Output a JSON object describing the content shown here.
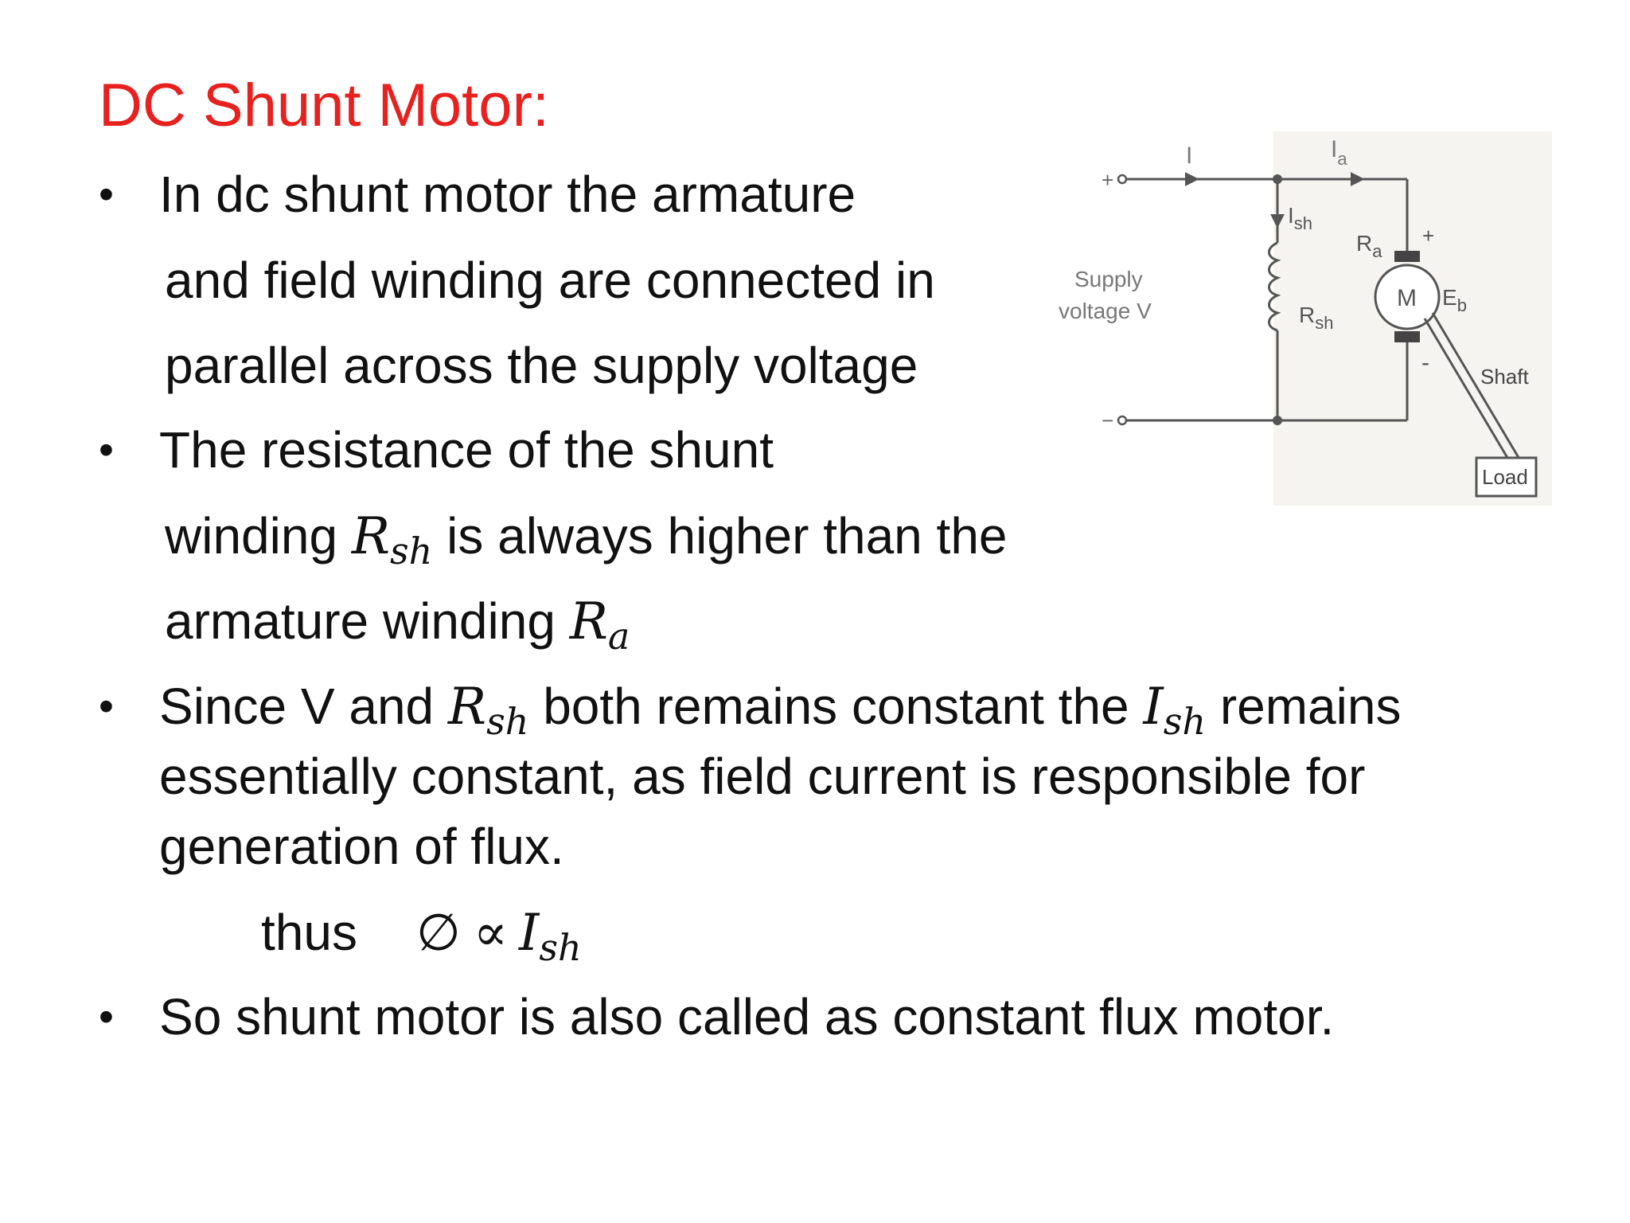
{
  "slide": {
    "title": "DC Shunt Motor:",
    "bullet_glyph": "•",
    "bullets": [
      {
        "lines": [
          "In dc shunt motor the armature",
          "and field winding are connected in",
          "parallel across the supply voltage"
        ]
      },
      {
        "line1": "The resistance of the shunt",
        "line2_pre": "winding ",
        "line2_sym": "R",
        "line2_sub": "sh",
        "line2_post": " is always higher than the",
        "line3_pre": "armature winding ",
        "line3_sym": "R",
        "line3_sub": "a"
      },
      {
        "line1_a": "Since V and ",
        "line1_sym1": "R",
        "line1_sub1": "sh",
        "line1_b": " both remains constant the ",
        "line1_sym2": "I",
        "line1_sub2": "sh",
        "line1_c": " remains",
        "line2": "essentially constant, as field current is responsible for",
        "line3": "generation of flux."
      },
      {
        "text": "So shunt motor is also called as constant flux motor."
      }
    ],
    "formula": {
      "word": "thus",
      "phi": "∅",
      "prop": "∝",
      "sym": "I",
      "sub": "sh"
    }
  },
  "diagram": {
    "plus_terminal": "+",
    "minus_terminal": "−",
    "current_I": "I",
    "current_Ia": "I",
    "current_Ia_sub": "a",
    "current_Ish": "I",
    "current_Ish_sub": "sh",
    "supply_line1": "Supply",
    "supply_line2": "voltage V",
    "rsh": "R",
    "rsh_sub": "sh",
    "ra": "R",
    "ra_sub": "a",
    "motor": "M",
    "eb": "E",
    "eb_sub": "b",
    "motor_plus": "+",
    "motor_minus": "-",
    "shaft": "Shaft",
    "load": "Load",
    "wire_color": "#555555"
  }
}
